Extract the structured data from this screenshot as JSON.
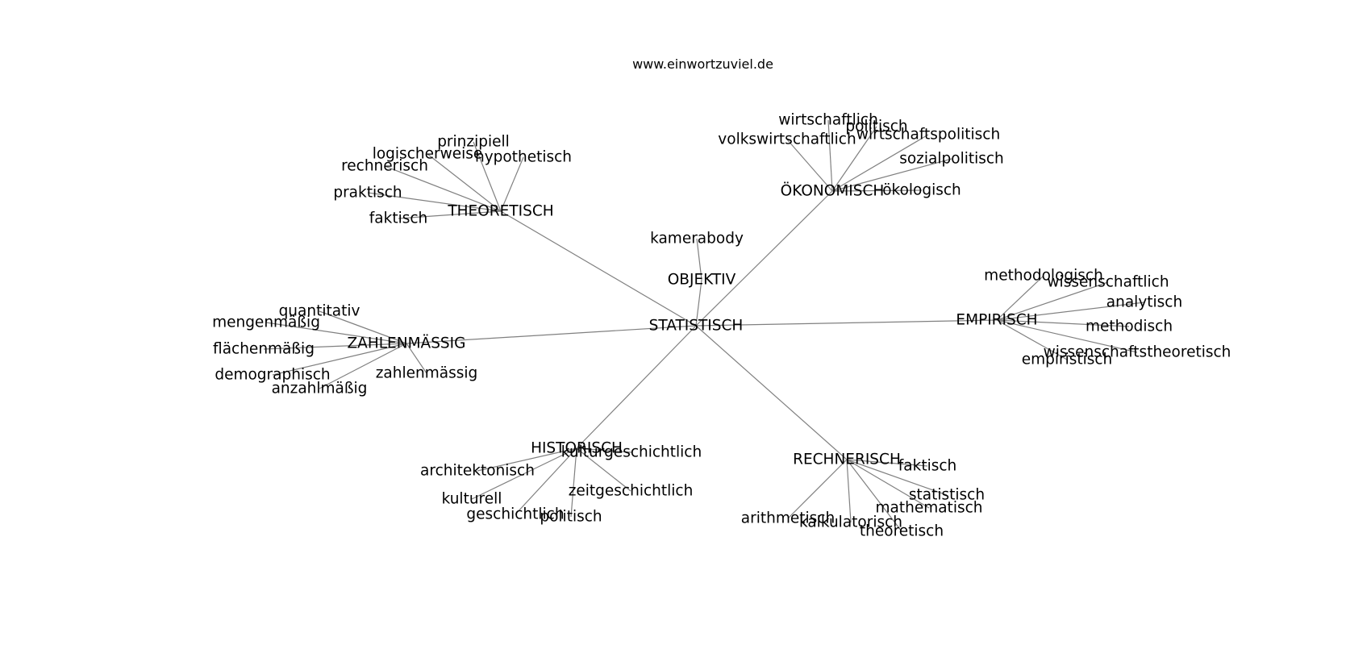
{
  "watermark": "www.einwortzuviel.de",
  "graph": {
    "root": "STATISTISCH",
    "hubs": [
      {
        "id": "objektiv",
        "label": "OBJEKTIV",
        "children": [
          "kamerabody"
        ]
      },
      {
        "id": "theoretisch",
        "label": "THEORETISCH",
        "children": [
          "prinzipiell",
          "logischerweise",
          "hypothetisch",
          "rechnerisch",
          "praktisch",
          "faktisch"
        ]
      },
      {
        "id": "oekonomisch",
        "label": "ÖKONOMISCH",
        "children": [
          "wirtschaftlich",
          "politisch",
          "volkswirtschaftlich",
          "wirtschaftspolitisch",
          "sozialpolitisch",
          "ökologisch"
        ]
      },
      {
        "id": "zahlenmaessig",
        "label": "ZAHLENMÄSSIG",
        "children": [
          "quantitativ",
          "mengenmäßig",
          "flächenmäßig",
          "demographisch",
          "anzahlmäßig",
          "zahlenmässig"
        ]
      },
      {
        "id": "empirisch",
        "label": "EMPIRISCH",
        "children": [
          "methodologisch",
          "wissenschaftlich",
          "analytisch",
          "methodisch",
          "wissenschaftstheoretisch",
          "empiristisch"
        ]
      },
      {
        "id": "historisch",
        "label": "HISTORISCH",
        "children": [
          "kulturgeschichtlich",
          "architektonisch",
          "kulturell",
          "zeitgeschichtlich",
          "geschichtlich",
          "politisch"
        ]
      },
      {
        "id": "rechnerisch",
        "label": "RECHNERISCH",
        "children": [
          "faktisch",
          "statistisch",
          "mathematisch",
          "arithmetisch",
          "kalkulatorisch",
          "theoretisch"
        ]
      }
    ]
  }
}
